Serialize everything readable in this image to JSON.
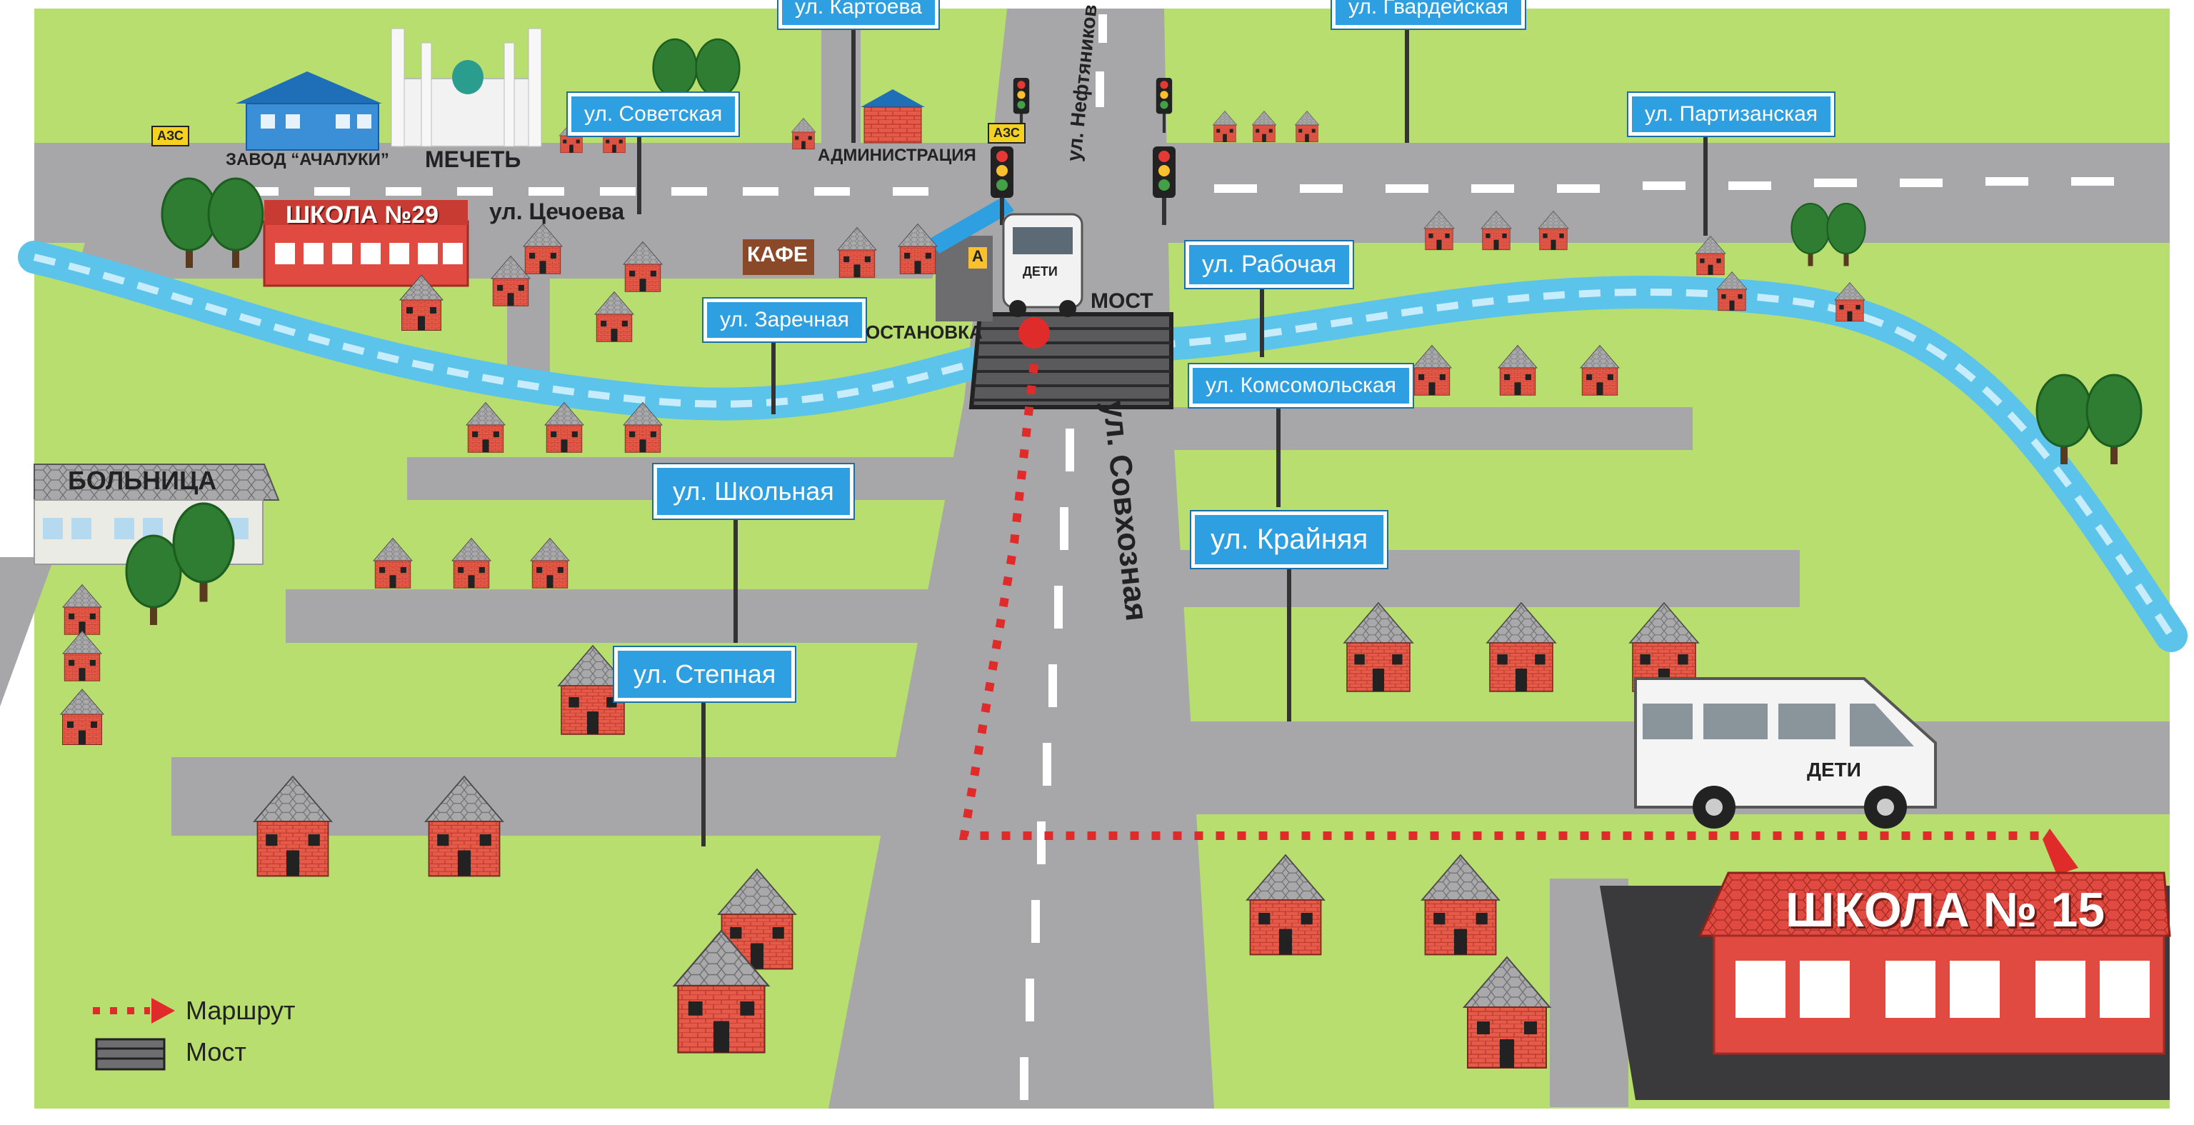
{
  "streets": {
    "kartoeva": "ул. Картоева",
    "gvardeyskaya": "ул. Гвардейская",
    "sovetskaya": "ул. Советская",
    "partizanskaya": "ул. Партизанская",
    "neftyanikov": "ул. Нефтяников",
    "chechoeva": "ул. Цечоева",
    "rabochaya": "ул. Рабочая",
    "zarechnaya": "ул. Заречная",
    "komsomolskaya": "ул. Комсомольская",
    "shkolnaya": "ул. Школьная",
    "krainyaya": "ул. Крайняя",
    "stepnaya": "ул. Степная",
    "sovkhoznaya": "ул. Совхозная"
  },
  "places": {
    "azs": "АЗС",
    "plant": "ЗАВОД “АЧАЛУКИ”",
    "mosque": "МЕЧЕТЬ",
    "administration": "АДМИНИСТРАЦИЯ",
    "school29": "ШКОЛА №29",
    "cafe": "КАФЕ",
    "bridge": "МОСТ",
    "bus_stop": "ОСТАНОВКА",
    "bus_stop_sign": "А",
    "hospital": "БОЛЬНИЦА",
    "school15": "ШКОЛА № 15"
  },
  "vehicles": {
    "bus_label": "ДЕТИ"
  },
  "legend": {
    "route": "Маршрут",
    "bridge": "Мост"
  },
  "colors": {
    "grass": "#b7de6e",
    "road": "#a7a7a9",
    "river": "#5cc3ea",
    "route": "#e02b2b",
    "sign": "#2e9fe0",
    "brick": "#e55a48"
  }
}
